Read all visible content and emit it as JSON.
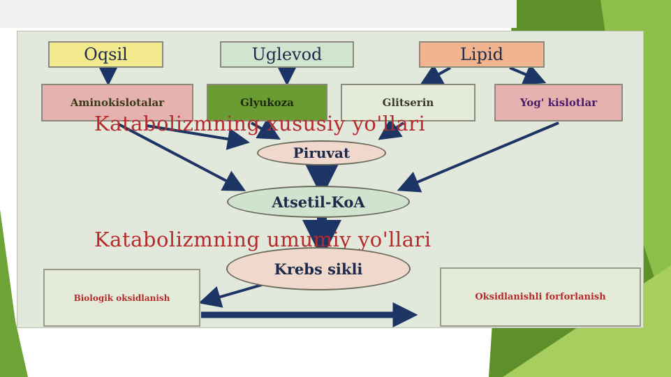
{
  "colors": {
    "background": "#ffffff",
    "panel": "#e3e8dc",
    "green_dark": "#5d8f2a",
    "green_light": "#8dc04a",
    "arrow": "#1d3565",
    "heading_red": "#b52a2a"
  },
  "sources": [
    {
      "label": "Oqsil",
      "color": "#f2ea8c"
    },
    {
      "label": "Uglevod",
      "color": "#cfe5cf"
    },
    {
      "label": "Lipid",
      "color": "#f1b48e"
    }
  ],
  "intermediates": [
    {
      "label": "Aminokislotalar",
      "color": "#e6b2b0",
      "text_color": "#3a3a1a"
    },
    {
      "label": "Glyukoza",
      "color": "#6b9b33",
      "text_color": "#1a2a0a"
    },
    {
      "label": "Glitserin",
      "color": "#e4ebd9",
      "text_color": "#3a3a2a"
    },
    {
      "label": "Yog' kislotlar",
      "color": "#e6b2b0",
      "text_color": "#4a1a6a"
    }
  ],
  "headings": {
    "specific": "Katabolizmning xususiy yo'llari",
    "common": "Katabolizmning umumiy yo'llari"
  },
  "nodes": {
    "piruvat": "Piruvat",
    "atsetil": "Atsetil-KoA",
    "krebs": "Krebs sikli"
  },
  "outputs": {
    "bio": "Biologik oksidlanish",
    "phos": "Oksidlanishli forforlanish"
  }
}
